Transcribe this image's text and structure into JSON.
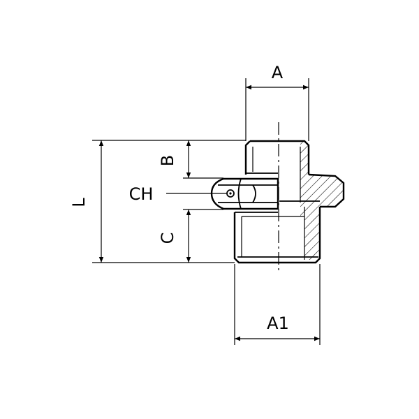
{
  "dimensions": {
    "a": "A",
    "a1": "A1",
    "b": "B",
    "c": "C",
    "l": "L",
    "ch": "CH"
  }
}
